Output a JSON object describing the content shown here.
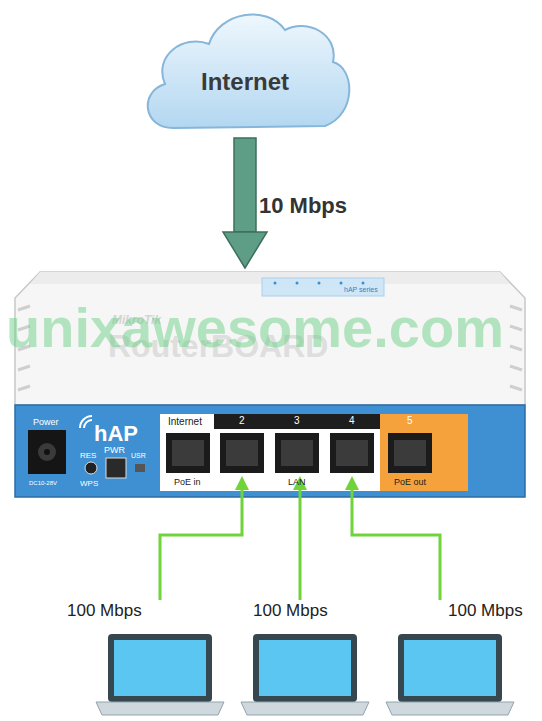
{
  "diagram": {
    "nodes": [
      {
        "text": [
          "Internet"
        ]
      },
      {
        "text": [
          "hAP"
        ]
      }
    ],
    "edges": [
      {
        "from": 0,
        "to": 1,
        "arrow": "to",
        "label": "10 Mbps"
      }
    ],
    "labels": [
      "MikroTik",
      "RouterBOARD",
      "hAP series",
      "Power",
      "DC10-28V",
      "RES",
      "WPS",
      "PWR",
      "USR",
      "Internet",
      "PoE in",
      "2",
      "3",
      "4",
      "5",
      "LAN",
      "PoE out",
      "100 Mbps",
      "100 Mbps",
      "100 Mbps",
      "unixawesome.com"
    ]
  }
}
